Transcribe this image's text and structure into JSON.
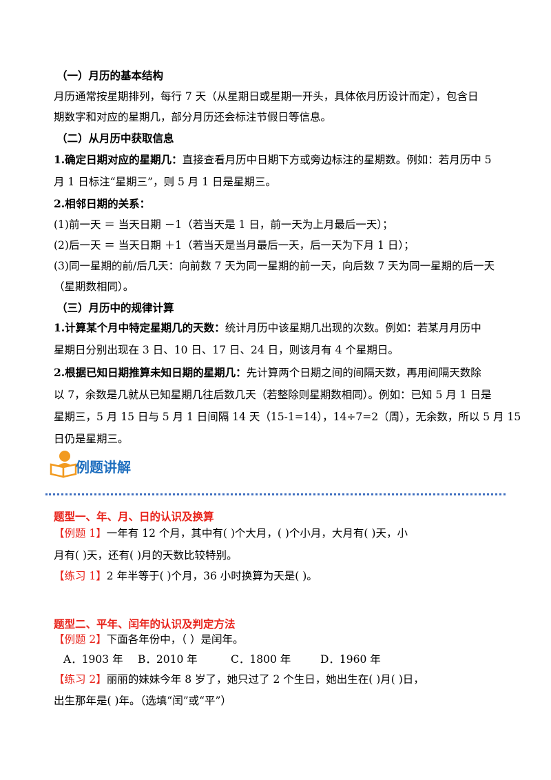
{
  "section1": {
    "heading": "（一）月历的基本结构",
    "text_line1": "月历通常按星期排列，每行 7 天（从星期日或星期一开头，具体依月历设计而定），包含日",
    "text_line2": "期数字和对应的星期几，部分月历还会标注节假日等信息。"
  },
  "section2": {
    "heading": "（二）从月历中获取信息",
    "item1_label": "1.确定日期对应的星期几：",
    "item1_text": "直接查看月历中日期下方或旁边标注的星期数。例如：若月历中 5",
    "item1_line2": "月 1 日标注“星期三”，则 5 月 1 日是星期三。",
    "item2_label": "2.相邻日期的关系：",
    "rule1": "(1)前一天 ＝ 当天日期 －1（若当天是 1 日，前一天为上月最后一天）；",
    "rule2": "(2)后一天 ＝ 当天日期 ＋1（若当天是当月最后一天，后一天为下月 1 日）；",
    "rule3_line1": "(3)同一星期的前/后几天：向前数 7 天为同一星期的前一天，向后数 7 天为同一星期的后一天",
    "rule3_line2": "（星期数相同）。"
  },
  "section3": {
    "heading": "（三）月历中的规律计算",
    "item1_label": "1.计算某个月中特定星期几的天数：",
    "item1_text": "统计月历中该星期几出现的次数。例如：若某月月历中",
    "item1_line2": "星期日分别出现在 3 日、10 日、17 日、24 日，则该月有 4 个星期日。",
    "item2_label": "2.根据已知日期推算未知日期的星期几：",
    "item2_text": "先计算两个日期之间的间隔天数，再用间隔天数除",
    "item2_line2": "以 7，余数是几就从已知星期几往后数几天（若整除则星期数相同）。例如：已知 5 月 1 日是",
    "item2_line3": "星期三，5 月 15 日与 5 月 1 日间隔 14 天（15-1=14），14÷7=2（周），无余数，所以 5 月 15",
    "item2_line4": "日仍是星期三。"
  },
  "banner": {
    "title": "例题讲解",
    "icon": "teacher-book-icon"
  },
  "type1": {
    "title": "题型一、年、月、日的认识及换算",
    "example_tag": "【例题 1】",
    "example_line1": "一年有 12 个月，其中有(          )个大月，(          )个小月，大月有(          )天，小",
    "example_line2": "月有(          )天，还有(          )月的天数比较特别。",
    "practice_tag": "【练习 1】",
    "practice_text": "2 年半等于(          )个月，36 小时换算为天是(          )。"
  },
  "type2": {
    "title": "题型二、平年、闰年的认识及判定方法",
    "example_tag": "【例题 2】",
    "example_text": "下面各年份中，（    ）是闰年。",
    "options": [
      "A．1903 年",
      "B．2010 年",
      "C．1800 年",
      "D．1960 年"
    ],
    "practice_tag": "【练习 2】",
    "practice_line1": "丽丽的妹妹今年 8 岁了，她只过了 2 个生日，她出生在(            )月(            )日，",
    "practice_line2": "出生那年是(            )年。（选填“闰”或“平”）"
  },
  "colors": {
    "red": "#e8231b",
    "blue": "#1f6fbf",
    "divider": "#3f6fc0",
    "icon_orange": "#f29a1f"
  }
}
